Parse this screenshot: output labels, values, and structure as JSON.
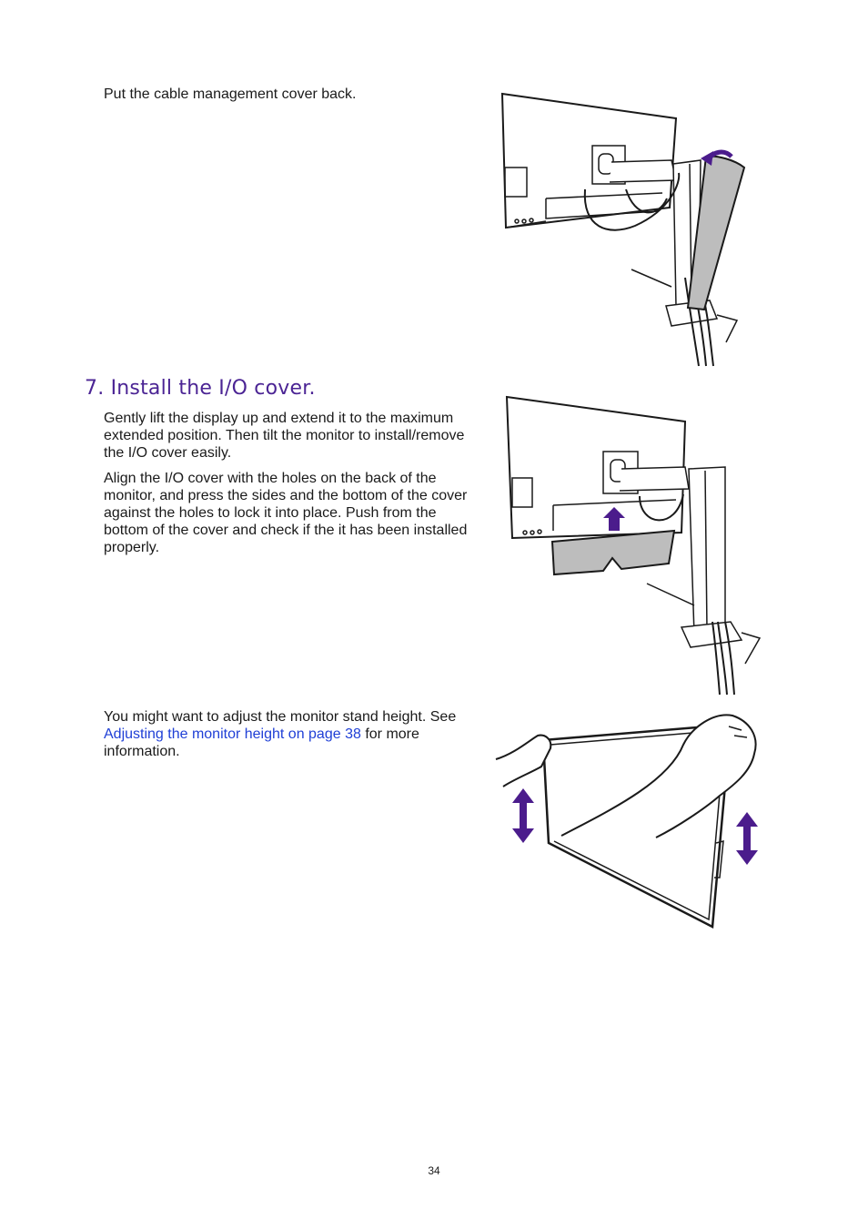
{
  "step6": {
    "text": "Put the cable management cover back."
  },
  "step7": {
    "heading": "7. Install the I/O cover.",
    "para1": "Gently lift the display up and extend it to the maximum extended position. Then tilt the monitor to install/remove the I/O cover easily.",
    "para2": "Align the I/O cover with the holes on the back of the monitor, and press the sides and the bottom of the cover against the holes to lock it into place. Push from the bottom of the cover and check if the it has been installed properly."
  },
  "note": {
    "prefix": "You might want to adjust the monitor stand height. See ",
    "link": "Adjusting the monitor height on page 38",
    "suffix": " for more information."
  },
  "footer": {
    "page_number": "34"
  },
  "colors": {
    "accent": "#4b2494",
    "link": "#1f3fd6",
    "arrow": "#4b1c8c"
  }
}
